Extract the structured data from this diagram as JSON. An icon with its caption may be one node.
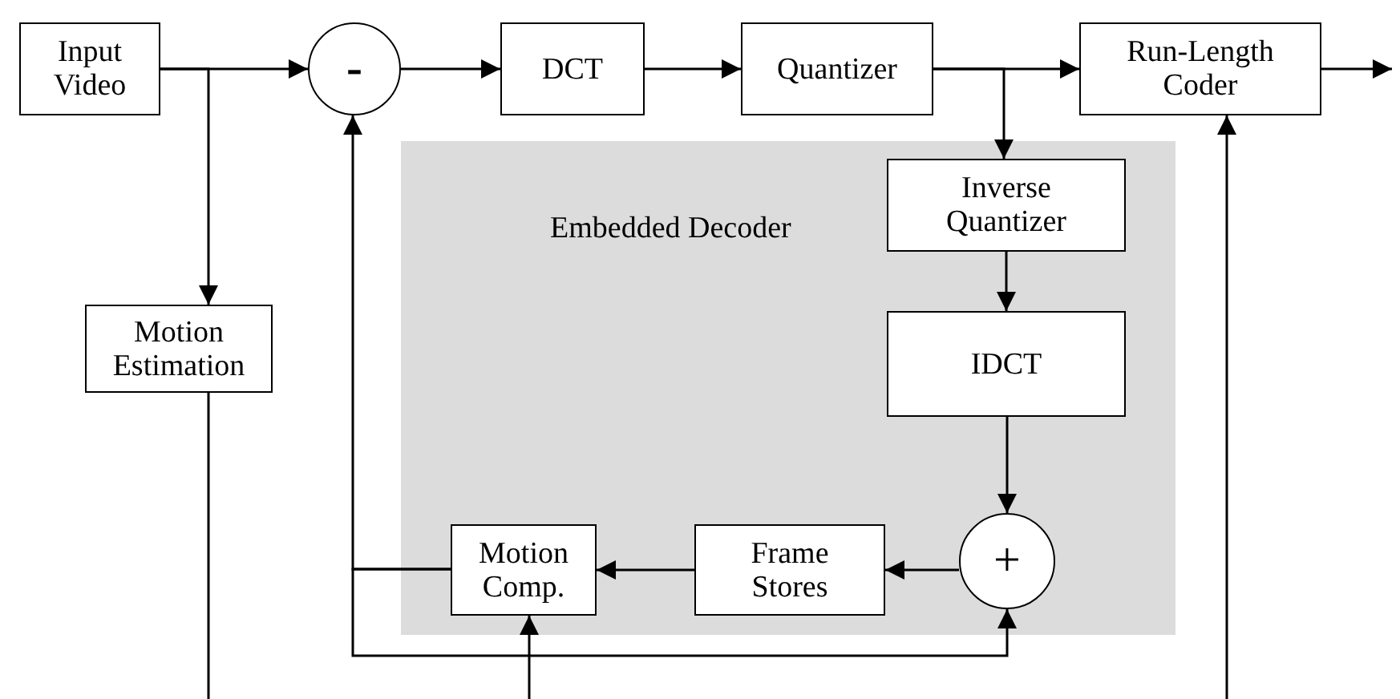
{
  "diagram": {
    "nodes": [
      {
        "text": [
          "Input Video"
        ]
      },
      {
        "text": [
          "-"
        ]
      },
      {
        "text": [
          "DCT"
        ]
      },
      {
        "text": [
          "Quantizer"
        ]
      },
      {
        "text": [
          "Run-Length Coder"
        ]
      },
      {
        "text": [
          "Embedded Decoder"
        ]
      },
      {
        "text": [
          "Inverse Quantizer"
        ],
        "in": 5
      },
      {
        "text": [
          "IDCT"
        ],
        "in": 5
      },
      {
        "text": [
          "+"
        ],
        "in": 5
      },
      {
        "text": [
          "Frame Stores"
        ],
        "in": 5
      },
      {
        "text": [
          "Motion Comp."
        ],
        "in": 5
      },
      {
        "text": [
          "Motion Estimation"
        ]
      }
    ],
    "edges": [
      {
        "from": 0,
        "to": 1,
        "arrow": "to"
      },
      {
        "from": 0,
        "to": 11,
        "arrow": "to"
      },
      {
        "from": 1,
        "to": 2,
        "arrow": "to"
      },
      {
        "from": 2,
        "to": 3,
        "arrow": "to"
      },
      {
        "from": 3,
        "to": 4,
        "arrow": "to"
      },
      {
        "from": 3,
        "to": 6,
        "arrow": "to"
      },
      {
        "from": 4,
        "to": null,
        "arrow": "to"
      },
      {
        "from": 6,
        "to": 7,
        "arrow": "to"
      },
      {
        "from": 7,
        "to": 8,
        "arrow": "to"
      },
      {
        "from": 8,
        "to": 9,
        "arrow": "to"
      },
      {
        "from": 9,
        "to": 10,
        "arrow": "to"
      },
      {
        "from": 10,
        "to": 1,
        "arrow": "to"
      },
      {
        "from": 10,
        "to": 8,
        "arrow": "to"
      },
      {
        "from": 11,
        "to": null,
        "arrow": "none"
      },
      {
        "from": null,
        "to": 10,
        "arrow": "to"
      },
      {
        "from": null,
        "to": 4,
        "arrow": "to"
      }
    ]
  }
}
